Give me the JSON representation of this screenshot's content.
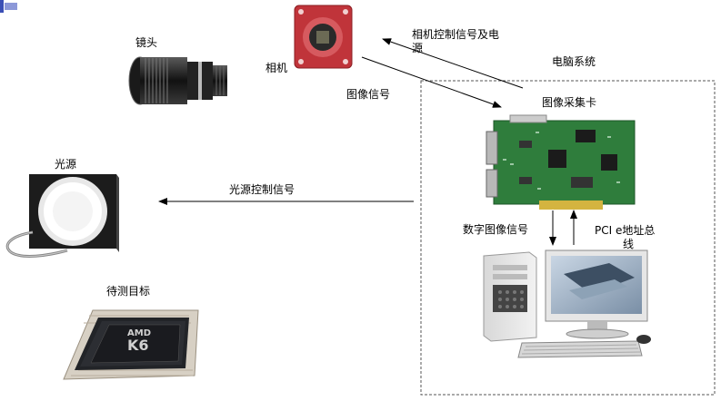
{
  "labels": {
    "lens": "镜头",
    "camera": "相机",
    "camera_signal": "相机控制信号及电",
    "camera_signal_cont": "源",
    "image_signal": "图像信号",
    "pc_system": "电脑系统",
    "capture_card": "图像采集卡",
    "light_source": "光源",
    "light_control": "光源控制信号",
    "digital_image_signal": "数字图像信号",
    "pcie_bus": "PCI e地址总",
    "pcie_bus_cont": "线",
    "target": "待测目标",
    "chip_brand": "AMD",
    "chip_model": "K6"
  },
  "colors": {
    "camera_red": "#c0343a",
    "pcb_green": "#2f7d3c",
    "chip_dark": "#222428",
    "border_dash": "#555555"
  }
}
